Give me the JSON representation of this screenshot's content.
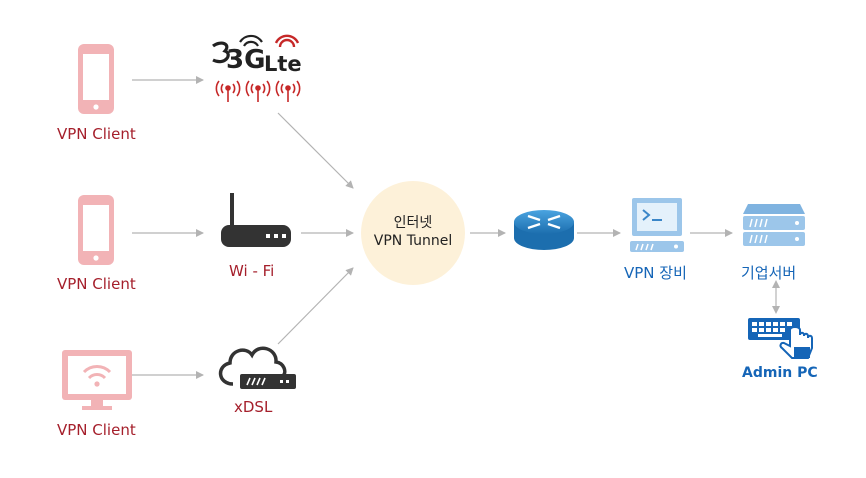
{
  "clients": [
    {
      "label": "VPN Client",
      "device": "smartphone-icon"
    },
    {
      "label": "VPN Client",
      "device": "smartphone-icon"
    },
    {
      "label": "VPN Client",
      "device": "wifi-monitor-icon"
    }
  ],
  "access": {
    "mobile": {
      "label_3g": "3G",
      "label_lte": "Lte"
    },
    "wifi": {
      "label": "Wi - Fi"
    },
    "xdsl": {
      "label": "xDSL"
    }
  },
  "tunnel": {
    "line1": "인터넷",
    "line2": "VPN Tunnel"
  },
  "vpn_device": {
    "label": "VPN 장비"
  },
  "server": {
    "label": "기업서버"
  },
  "admin": {
    "label": "Admin PC"
  },
  "colors": {
    "client_pink": "#f2b3b6",
    "label_red": "#a51f2b",
    "label_blue": "#1565b7",
    "arrow_gray": "#b3b3b3",
    "tunnel_fill": "#fdf1d9",
    "device_blue": "#9cc6ea",
    "router_blue": "#2f86c8"
  }
}
